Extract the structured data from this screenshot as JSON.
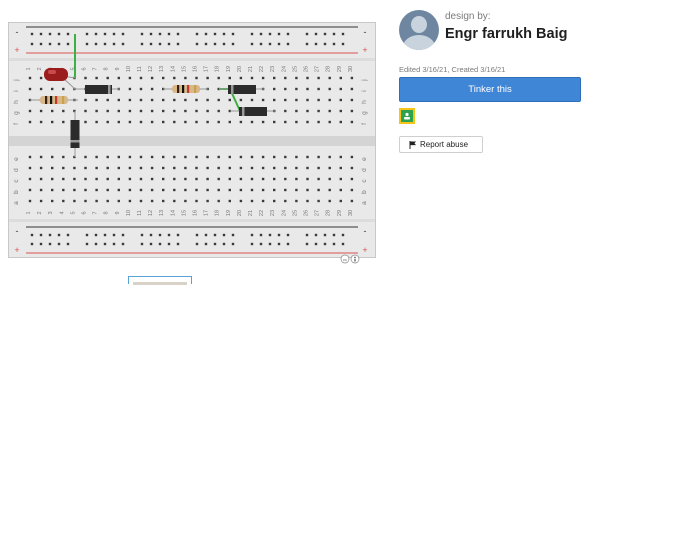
{
  "breadboard": {
    "columns": 30,
    "top_rows": [
      "j",
      "i",
      "h",
      "g",
      "f"
    ],
    "bottom_rows": [
      "e",
      "d",
      "c",
      "b",
      "a"
    ],
    "rail_plus": "+",
    "rail_minus": "-",
    "cc_badge": "cc",
    "colors": {
      "board": "#e9e9e9",
      "board_border": "#c8c8c8",
      "hole": "#3a3a3a",
      "red_rail": "#d9534f",
      "wire": "#3cb043",
      "led": "#9b1c1c",
      "diode": "#2b2b2b",
      "resistor": "#d8b88a"
    }
  },
  "author": {
    "design_by_label": "design by:",
    "name": "Engr farrukh Baig",
    "avatar_icon": "user-avatar-icon"
  },
  "meta": {
    "edited_text": "Edited 3/16/21, Created 3/16/21"
  },
  "actions": {
    "tinker_label": "Tinker this",
    "classroom_icon": "google-classroom-icon",
    "report_label": "Report abuse",
    "report_icon": "flag-icon",
    "tinker_color": "#3f86d6"
  }
}
